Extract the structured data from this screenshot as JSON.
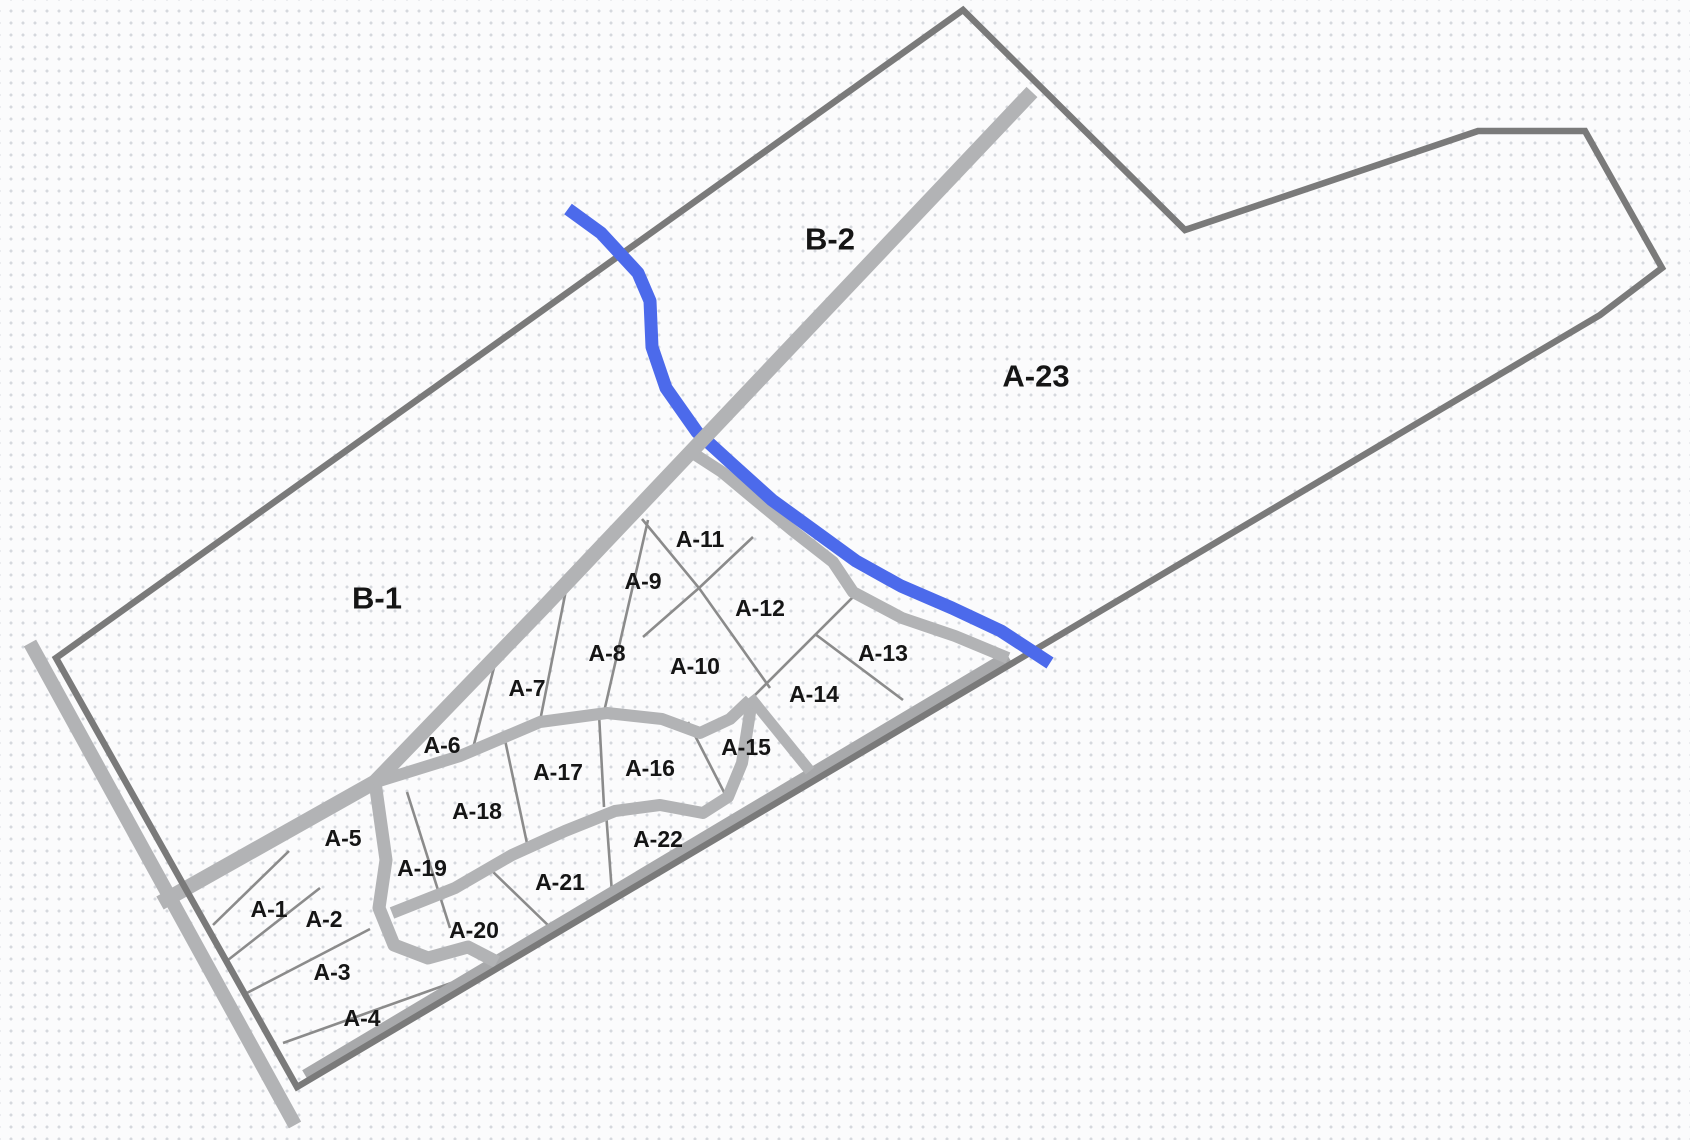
{
  "map": {
    "colors": {
      "background": "#fbfbfc",
      "dot_grid": "#d5d8dd",
      "boundary": "#7a7a7a",
      "road": "#b2b3b5",
      "road_dark": "#a8a9ab",
      "parcel_line": "#8b8b8b",
      "river": "#4c6aeb",
      "label": "#151515"
    },
    "zones": [
      {
        "id": "B-1",
        "label": "B-1"
      },
      {
        "id": "B-2",
        "label": "B-2"
      },
      {
        "id": "A-23",
        "label": "A-23"
      }
    ],
    "parcels": [
      {
        "id": "A-1",
        "label": "A-1"
      },
      {
        "id": "A-2",
        "label": "A-2"
      },
      {
        "id": "A-3",
        "label": "A-3"
      },
      {
        "id": "A-4",
        "label": "A-4"
      },
      {
        "id": "A-5",
        "label": "A-5"
      },
      {
        "id": "A-6",
        "label": "A-6"
      },
      {
        "id": "A-7",
        "label": "A-7"
      },
      {
        "id": "A-8",
        "label": "A-8"
      },
      {
        "id": "A-9",
        "label": "A-9"
      },
      {
        "id": "A-10",
        "label": "A-10"
      },
      {
        "id": "A-11",
        "label": "A-11"
      },
      {
        "id": "A-12",
        "label": "A-12"
      },
      {
        "id": "A-13",
        "label": "A-13"
      },
      {
        "id": "A-14",
        "label": "A-14"
      },
      {
        "id": "A-15",
        "label": "A-15"
      },
      {
        "id": "A-16",
        "label": "A-16"
      },
      {
        "id": "A-17",
        "label": "A-17"
      },
      {
        "id": "A-18",
        "label": "A-18"
      },
      {
        "id": "A-19",
        "label": "A-19"
      },
      {
        "id": "A-20",
        "label": "A-20"
      },
      {
        "id": "A-21",
        "label": "A-21"
      },
      {
        "id": "A-22",
        "label": "A-22"
      }
    ]
  }
}
